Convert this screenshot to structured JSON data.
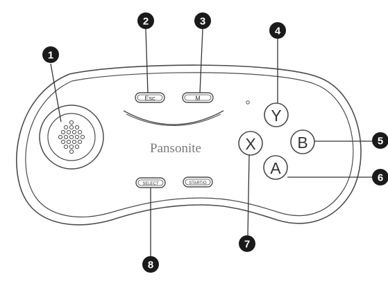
{
  "device": {
    "brand": "Pansonite"
  },
  "buttons": {
    "esc": "Esc",
    "m": "M",
    "y": "Y",
    "b": "B",
    "x": "X",
    "a": "A",
    "select": "SELECT",
    "start": "START/O"
  },
  "callouts": [
    "1",
    "2",
    "3",
    "4",
    "5",
    "6",
    "7",
    "8"
  ],
  "colors": {
    "outline": "#4a4a4a",
    "callout_fill": "#1a1a1a",
    "callout_text": "#ffffff",
    "brand_text": "#7a7a7a"
  }
}
